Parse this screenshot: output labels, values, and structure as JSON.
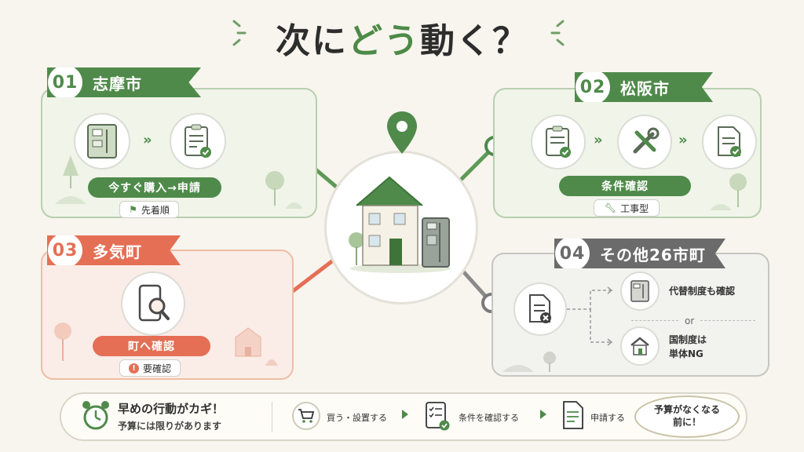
{
  "title": {
    "before": "次に",
    "accent": "どう",
    "after": "動く？"
  },
  "areas": [
    {
      "num": "01",
      "name": "志摩市",
      "action": "今すぐ購入→申請",
      "tag": "先着順"
    },
    {
      "num": "02",
      "name": "松阪市",
      "action": "条件確認",
      "tag": "工事型"
    },
    {
      "num": "03",
      "name": "多気町",
      "action": "町へ確認",
      "tag": "要確認"
    },
    {
      "num": "04",
      "name": "その他26市町",
      "option1": "代替制度も確認",
      "or": "or",
      "option2_line1": "国制度は",
      "option2_line2": "単体NG"
    }
  ],
  "bottom": {
    "headline": "早めの行動がカギ！",
    "sub": "予算には限りがあります",
    "steps": [
      "買う・設置する",
      "条件を確認する",
      "申請する"
    ],
    "bubble_line1": "予算がなくなる",
    "bubble_line2": "前に！"
  },
  "colors": {
    "green": "#4f8a4a",
    "red": "#e46f55",
    "gray": "#6b6b6b",
    "background": "#f7f5ee"
  },
  "icons": [
    "location-pin-icon",
    "house-icon",
    "storage-battery-icon",
    "clipboard-check-icon",
    "tools-icon",
    "document-check-icon",
    "smartphone-search-icon",
    "document-x-icon",
    "flag-icon",
    "wrench-icon",
    "exclamation-icon",
    "alarm-clock-icon",
    "cart-icon",
    "checklist-icon",
    "document-icon"
  ]
}
